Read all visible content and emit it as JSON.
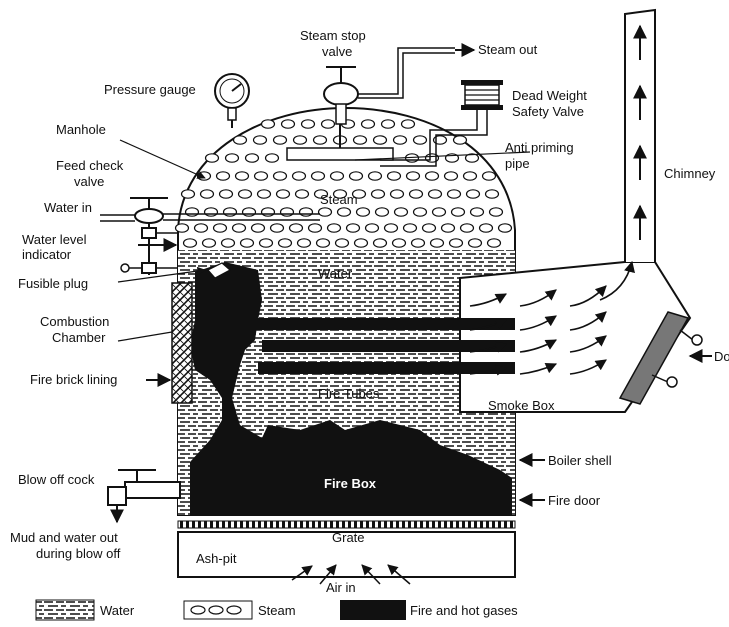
{
  "labels": {
    "steam_stop_valve": [
      "Steam stop",
      "valve"
    ],
    "steam_out": "Steam out",
    "pressure_gauge": "Pressure gauge",
    "dead_weight_safety_valve": [
      "Dead Weight",
      "Safety Valve"
    ],
    "manhole": "Manhole",
    "anti_priming_pipe": [
      "Anti priming",
      "pipe"
    ],
    "feed_check_valve": [
      "Feed check",
      "valve"
    ],
    "chimney": "Chimney",
    "steam": "Steam",
    "water_in": "Water in",
    "water_level_indicator": [
      "Water level",
      "indicator"
    ],
    "water": "Water",
    "fusible_plug": "Fusible plug",
    "combustion_chamber": [
      "Combustion",
      "Chamber"
    ],
    "doors": "Doors",
    "fire_brick_lining": "Fire brick lining",
    "fire_tubes": "Fire Tubes",
    "smoke_box": "Smoke Box",
    "boiler_shell": "Boiler shell",
    "blow_off_cock": "Blow off cock",
    "fire_box": "Fire Box",
    "fire_door": "Fire door",
    "mud_and_water_out": [
      "Mud and water out",
      "during blow off"
    ],
    "grate": "Grate",
    "ash_pit": "Ash-pit",
    "air_in": "Air in"
  },
  "legend": {
    "water": "Water",
    "steam": "Steam",
    "fire_and_hot_gases": "Fire and hot gases"
  },
  "colors": {
    "fire": "#111111",
    "line": "#111111",
    "background": "#ffffff"
  }
}
